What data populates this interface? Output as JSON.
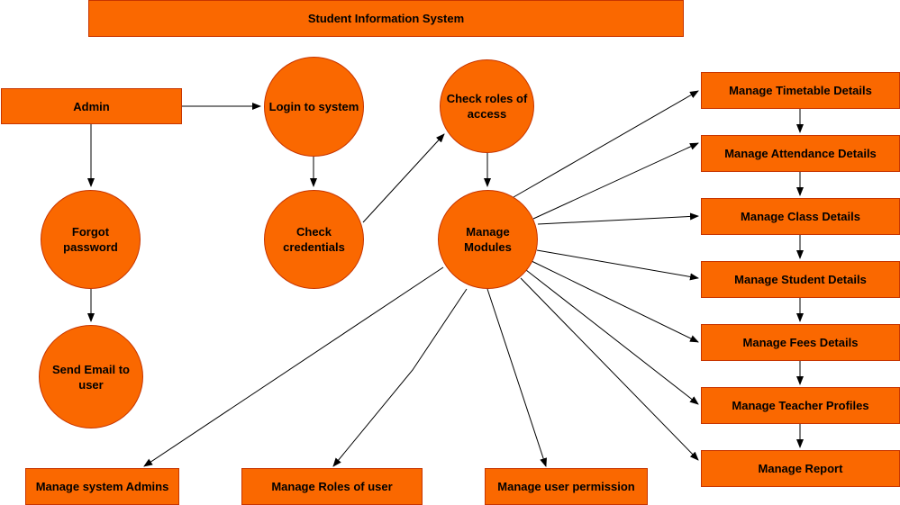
{
  "diagram": {
    "title": "Student Information System",
    "colors": {
      "node_fill": "#fa6800",
      "node_stroke": "#c73500",
      "edge": "#000000",
      "text": "#000000"
    },
    "nodes": {
      "admin": "Admin",
      "login": "Login to system",
      "check_roles": "Check roles of\naccess",
      "forgot": "Forgot\npassword",
      "credentials": "Check\ncredentials",
      "modules": "Manage\nModules",
      "email": "Send Email to\nuser",
      "timetable": "Manage Timetable Details",
      "attendance": "Manage Attendance Details",
      "class": "Manage Class Details",
      "student": "Manage Student Details",
      "fees": "Manage Fees Details",
      "teacher": "Manage Teacher Profiles",
      "report": "Manage Report",
      "sys_admins": "Manage system Admins",
      "roles": "Manage Roles of user",
      "permission": "Manage user permission"
    },
    "edges": [
      [
        "admin",
        "login"
      ],
      [
        "admin",
        "forgot"
      ],
      [
        "forgot",
        "email"
      ],
      [
        "login",
        "credentials"
      ],
      [
        "credentials",
        "check_roles"
      ],
      [
        "check_roles",
        "modules"
      ],
      [
        "modules",
        "timetable"
      ],
      [
        "modules",
        "attendance"
      ],
      [
        "modules",
        "class"
      ],
      [
        "modules",
        "student"
      ],
      [
        "modules",
        "fees"
      ],
      [
        "modules",
        "teacher"
      ],
      [
        "modules",
        "report"
      ],
      [
        "modules",
        "sys_admins"
      ],
      [
        "modules",
        "roles"
      ],
      [
        "modules",
        "permission"
      ],
      [
        "timetable",
        "attendance"
      ],
      [
        "attendance",
        "class"
      ],
      [
        "class",
        "student"
      ],
      [
        "student",
        "fees"
      ],
      [
        "fees",
        "teacher"
      ],
      [
        "teacher",
        "report"
      ]
    ]
  }
}
